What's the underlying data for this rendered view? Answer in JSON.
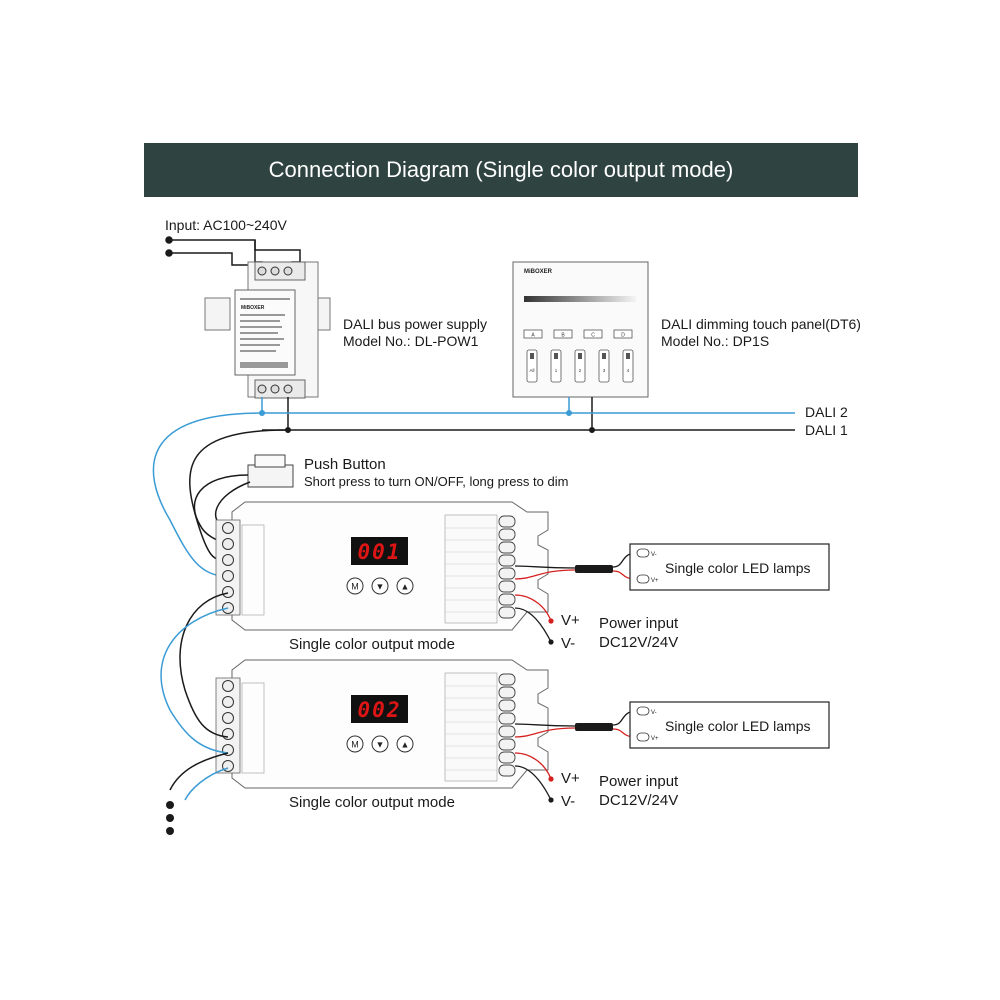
{
  "title": "Connection Diagram (Single color output mode)",
  "input_label": "Input: AC100~240V",
  "power_supply": {
    "brand": "MiBOXER",
    "line1": "DALI bus power supply",
    "line2": "Model No.: DL-POW1"
  },
  "touch_panel": {
    "brand": "MiBOXER",
    "line1": "DALI dimming touch panel(DT6)",
    "line2": "Model No.: DP1S",
    "keys_top": [
      "A",
      "B",
      "C",
      "D"
    ],
    "keys_bottom": [
      "All",
      "1",
      "2",
      "3",
      "4"
    ]
  },
  "bus_labels": {
    "dali2": "DALI 2",
    "dali1": "DALI 1"
  },
  "push_button": {
    "title": "Push Button",
    "desc": "Short press to turn ON/OFF, long press to dim"
  },
  "controllers": [
    {
      "display": "001",
      "buttons": [
        "M",
        "▼",
        "▲"
      ],
      "mode_label": "Single color output mode",
      "lamps_label": "Single color LED lamps",
      "lamp_terminals": [
        "V-",
        "V+"
      ],
      "power_v_plus": "V+",
      "power_v_minus": "V-",
      "power_title": "Power input",
      "power_spec": "DC12V/24V"
    },
    {
      "display": "002",
      "buttons": [
        "M",
        "▼",
        "▲"
      ],
      "mode_label": "Single color output mode",
      "lamps_label": "Single color LED lamps",
      "lamp_terminals": [
        "V-",
        "V+"
      ],
      "power_v_plus": "V+",
      "power_v_minus": "V-",
      "power_title": "Power input",
      "power_spec": "DC12V/24V"
    }
  ],
  "colors": {
    "banner": "#2f4440",
    "dali2_wire": "#3a9bd5",
    "dali1_wire": "#1a1a1a",
    "power_plus": "#d62020",
    "display": "#cc1111"
  }
}
